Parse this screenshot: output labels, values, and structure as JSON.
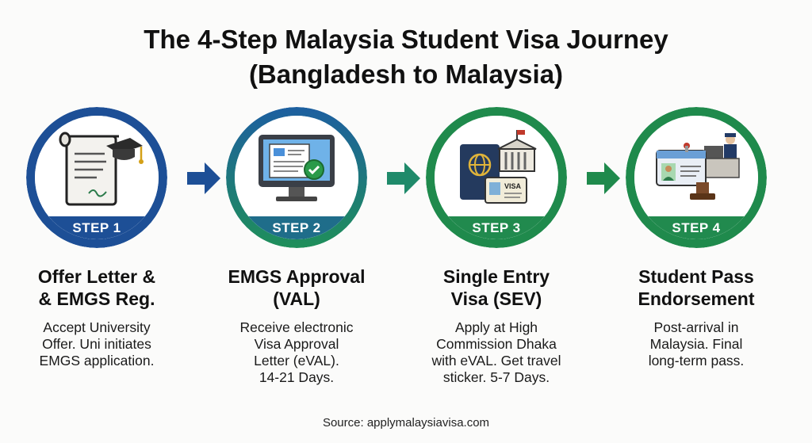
{
  "title": {
    "line1": "The 4-Step Malaysia Student Visa Journey",
    "line2": "(Bangladesh to Malaysia)"
  },
  "steps": [
    {
      "badge": "STEP 1",
      "heading": [
        "Offer Letter &",
        "& EMGS Reg."
      ],
      "description": [
        "Accept University",
        "Offer. Uni initiates",
        "EMGS application."
      ],
      "icon": "scroll-graduation-cap-icon",
      "colors": {
        "ring_start": "#1d4f96",
        "ring_end": "#1d4f96",
        "band": "#1d4f96"
      }
    },
    {
      "badge": "STEP 2",
      "heading": [
        "EMGS Approval",
        "(VAL)"
      ],
      "description": [
        "Receive electronic",
        "Visa Approval",
        "Letter (eVAL).",
        "14-21 Days."
      ],
      "icon": "computer-approval-icon",
      "colors": {
        "ring_start": "#1d5fa0",
        "ring_end": "#1f8f5a",
        "band": "#1f6d8a"
      }
    },
    {
      "badge": "STEP 3",
      "heading": [
        "Single Entry",
        "Visa (SEV)"
      ],
      "description": [
        "Apply at High",
        "Commission Dhaka",
        "with eVAL. Get travel",
        "sticker. 5-7 Days."
      ],
      "icon": "passport-visa-icon",
      "colors": {
        "ring_start": "#1f8a4c",
        "ring_end": "#1f8a4c",
        "band": "#218a4e"
      }
    },
    {
      "badge": "STEP 4",
      "heading": [
        "Student Pass",
        "Endorsement"
      ],
      "description": [
        "Post-arrival in",
        "Malaysia. Final",
        "long-term pass."
      ],
      "icon": "id-card-stamp-icon",
      "colors": {
        "ring_start": "#1f8a4c",
        "ring_end": "#1f8a4c",
        "band": "#218a4e"
      }
    }
  ],
  "arrow_colors": [
    "#1d4f96",
    "#1f8a6a",
    "#1f8a4c"
  ],
  "source": "Source: applymalaysiavisa.com"
}
